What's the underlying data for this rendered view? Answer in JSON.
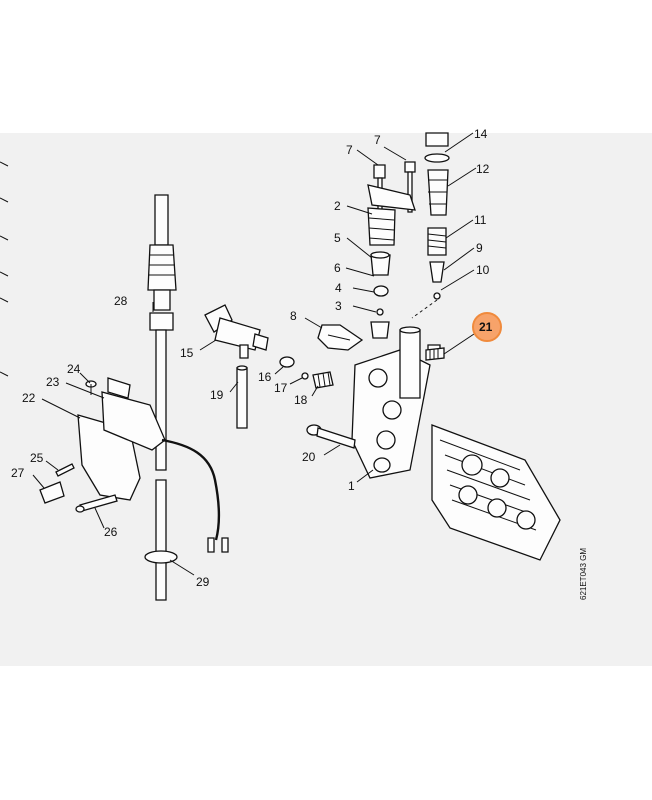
{
  "diagram": {
    "code": "621ET043 GM",
    "highlight_color": "#f08a3c",
    "highlighted_part": "21",
    "labels": [
      "7",
      "14",
      "7",
      "12",
      "2",
      "11",
      "5",
      "9",
      "6",
      "10",
      "4",
      "3",
      "8",
      "28",
      "15",
      "16",
      "17",
      "18",
      "19",
      "24",
      "23",
      "22",
      "20",
      "1",
      "25",
      "27",
      "26",
      "29"
    ]
  }
}
